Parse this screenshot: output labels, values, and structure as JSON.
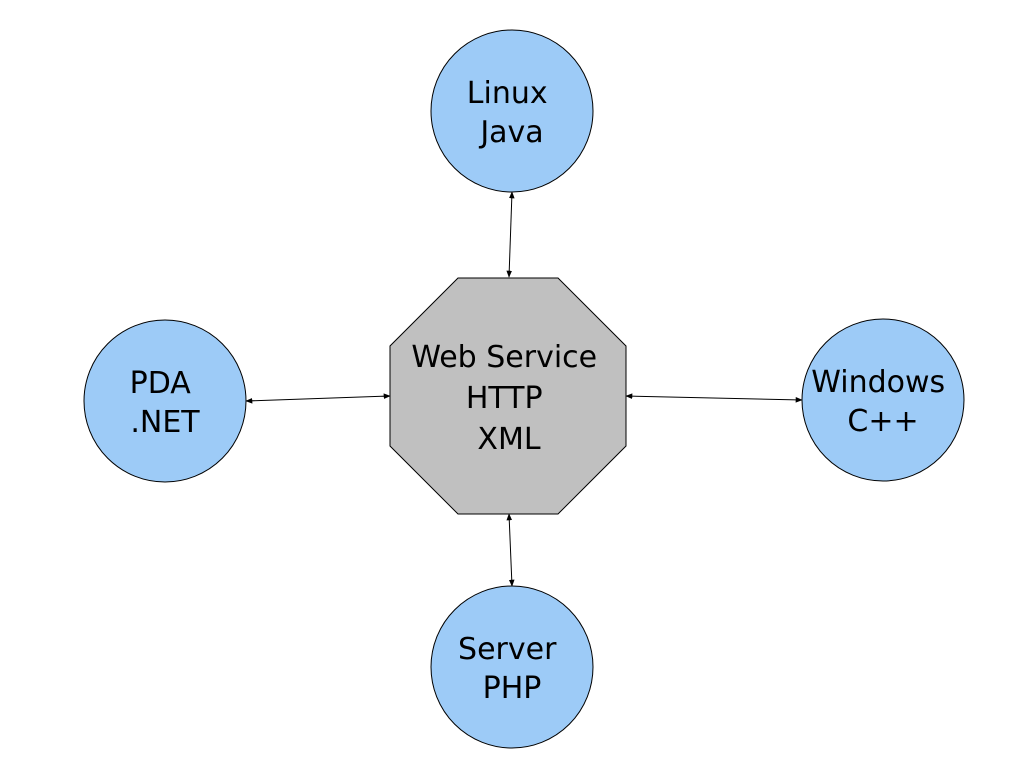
{
  "colors": {
    "node_fill": "#9dcbf7",
    "hub_fill": "#c0c0c0",
    "stroke": "#000000",
    "background": "#ffffff"
  },
  "hub": {
    "shape": "octagon",
    "lines": [
      "Web Service",
      "HTTP",
      "XML"
    ]
  },
  "nodes": {
    "top": {
      "shape": "circle",
      "lines": [
        "Linux",
        "Java"
      ]
    },
    "left": {
      "shape": "circle",
      "lines": [
        "PDA",
        ".NET"
      ]
    },
    "right": {
      "shape": "circle",
      "lines": [
        "Windows",
        "C++"
      ]
    },
    "bottom": {
      "shape": "circle",
      "lines": [
        "Server",
        "PHP"
      ]
    }
  },
  "edges": [
    {
      "from": "hub",
      "to": "top",
      "arrows": "both"
    },
    {
      "from": "hub",
      "to": "left",
      "arrows": "both"
    },
    {
      "from": "hub",
      "to": "right",
      "arrows": "both"
    },
    {
      "from": "hub",
      "to": "bottom",
      "arrows": "both"
    }
  ]
}
